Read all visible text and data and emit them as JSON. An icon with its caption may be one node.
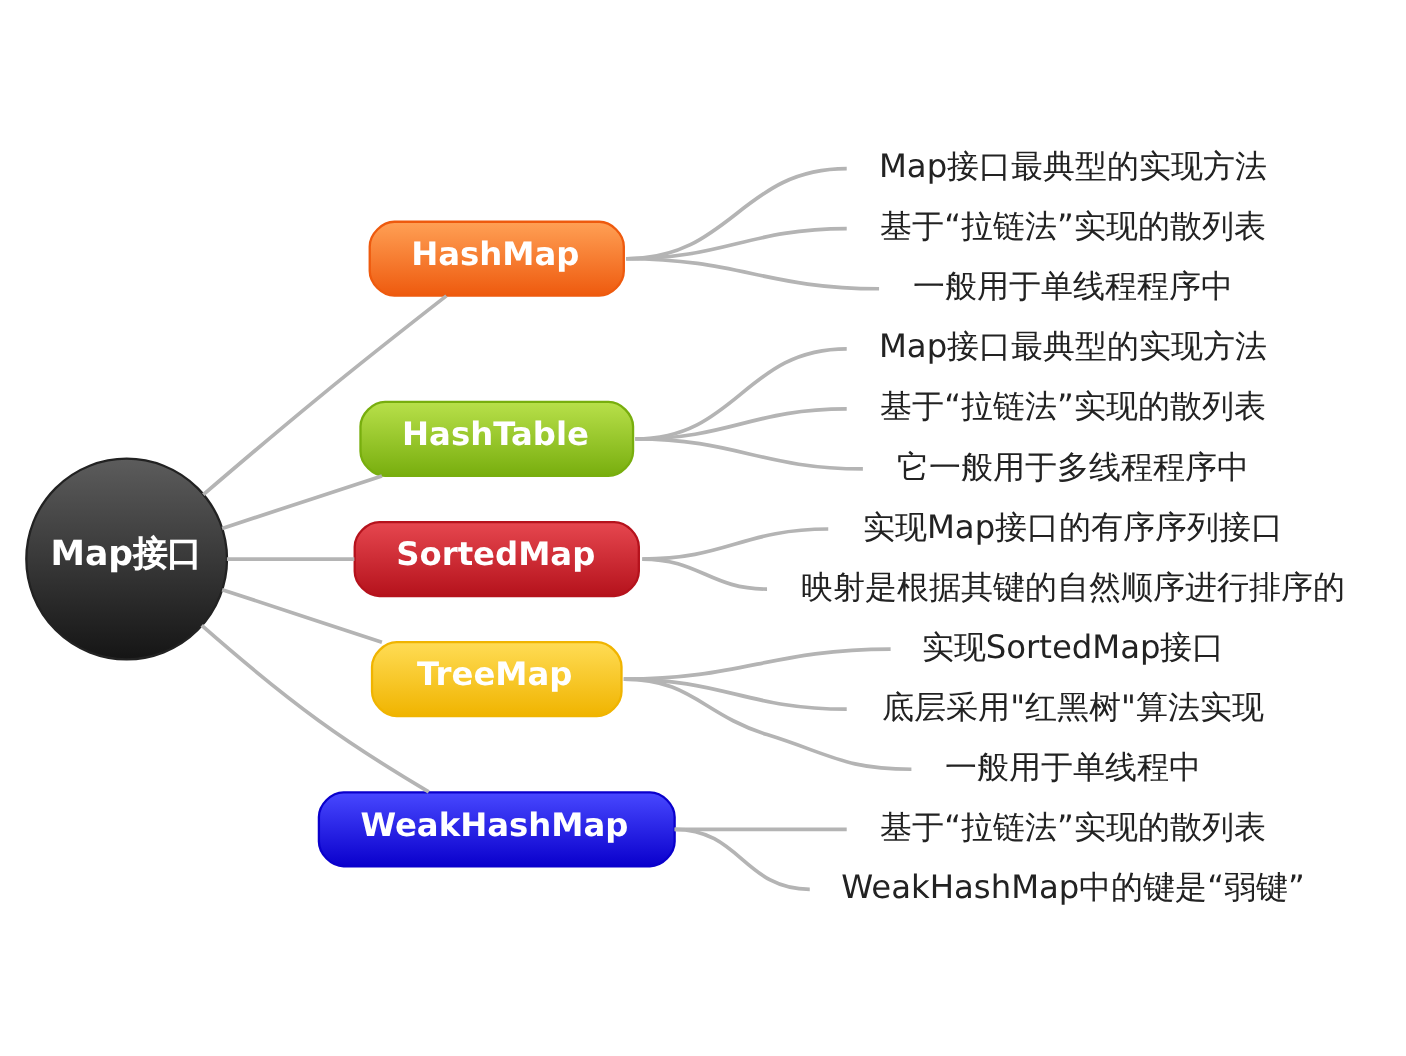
{
  "diagram": {
    "nodes": [
      {
        "text": [
          "Map接口"
        ]
      },
      {
        "text": [
          "HashMap"
        ]
      },
      {
        "text": [
          "Map接口最典型的实现方法"
        ]
      },
      {
        "text": [
          "基于“拉链法”实现的散列表"
        ]
      },
      {
        "text": [
          "一般用于单线程程序中"
        ]
      },
      {
        "text": [
          "HashTable"
        ]
      },
      {
        "text": [
          "Map接口最典型的实现方法"
        ]
      },
      {
        "text": [
          "基于“拉链法”实现的散列表"
        ]
      },
      {
        "text": [
          "它一般用于多线程程序中"
        ]
      },
      {
        "text": [
          "SortedMap"
        ]
      },
      {
        "text": [
          "实现Map接口的有序序列接口"
        ]
      },
      {
        "text": [
          "映射是根据其键的自然顺序进行排序的"
        ]
      },
      {
        "text": [
          "TreeMap"
        ]
      },
      {
        "text": [
          "实现SortedMap接口"
        ]
      },
      {
        "text": [
          "底层采用\"红黑树\"算法实现"
        ]
      },
      {
        "text": [
          "一般用于单线程中"
        ]
      },
      {
        "text": [
          "WeakHashMap"
        ]
      },
      {
        "text": [
          "基于“拉链法”实现的散列表"
        ]
      },
      {
        "text": [
          "WeakHashMap中的键是“弱键”"
        ]
      }
    ],
    "edges": [
      {
        "from": 0,
        "to": 1,
        "arrow": "none"
      },
      {
        "from": 1,
        "to": 2,
        "arrow": "none"
      },
      {
        "from": 1,
        "to": 3,
        "arrow": "none"
      },
      {
        "from": 1,
        "to": 4,
        "arrow": "none"
      },
      {
        "from": 0,
        "to": 5,
        "arrow": "none"
      },
      {
        "from": 5,
        "to": 6,
        "arrow": "none"
      },
      {
        "from": 5,
        "to": 7,
        "arrow": "none"
      },
      {
        "from": 5,
        "to": 8,
        "arrow": "none"
      },
      {
        "from": 0,
        "to": 9,
        "arrow": "none"
      },
      {
        "from": 9,
        "to": 10,
        "arrow": "none"
      },
      {
        "from": 9,
        "to": 11,
        "arrow": "none"
      },
      {
        "from": 0,
        "to": 12,
        "arrow": "none"
      },
      {
        "from": 12,
        "to": 13,
        "arrow": "none"
      },
      {
        "from": 12,
        "to": 14,
        "arrow": "none"
      },
      {
        "from": 12,
        "to": 15,
        "arrow": "none"
      },
      {
        "from": 0,
        "to": 16,
        "arrow": "none"
      },
      {
        "from": 16,
        "to": 17,
        "arrow": "none"
      },
      {
        "from": 16,
        "to": 18,
        "arrow": "none"
      }
    ]
  }
}
